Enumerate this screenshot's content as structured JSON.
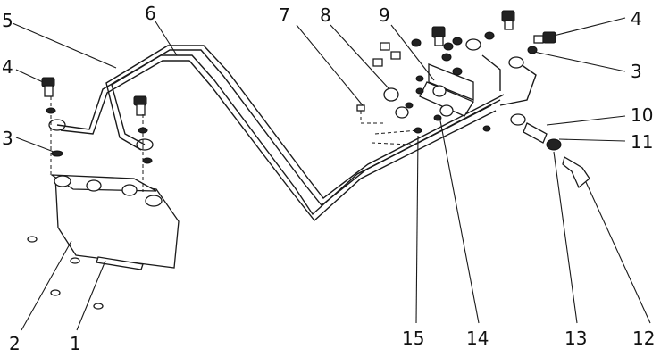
{
  "callouts": [
    {
      "id": "c1",
      "text": "1"
    },
    {
      "id": "c2",
      "text": "2"
    },
    {
      "id": "c3a",
      "text": "3"
    },
    {
      "id": "c3b",
      "text": "3"
    },
    {
      "id": "c4a",
      "text": "4"
    },
    {
      "id": "c4b",
      "text": "4"
    },
    {
      "id": "c5",
      "text": "5"
    },
    {
      "id": "c6",
      "text": "6"
    },
    {
      "id": "c7",
      "text": "7"
    },
    {
      "id": "c8",
      "text": "8"
    },
    {
      "id": "c9",
      "text": "9"
    },
    {
      "id": "c10",
      "text": "10"
    },
    {
      "id": "c11",
      "text": "11"
    },
    {
      "id": "c12",
      "text": "12"
    },
    {
      "id": "c13",
      "text": "13"
    },
    {
      "id": "c14",
      "text": "14"
    },
    {
      "id": "c15",
      "text": "15"
    }
  ]
}
